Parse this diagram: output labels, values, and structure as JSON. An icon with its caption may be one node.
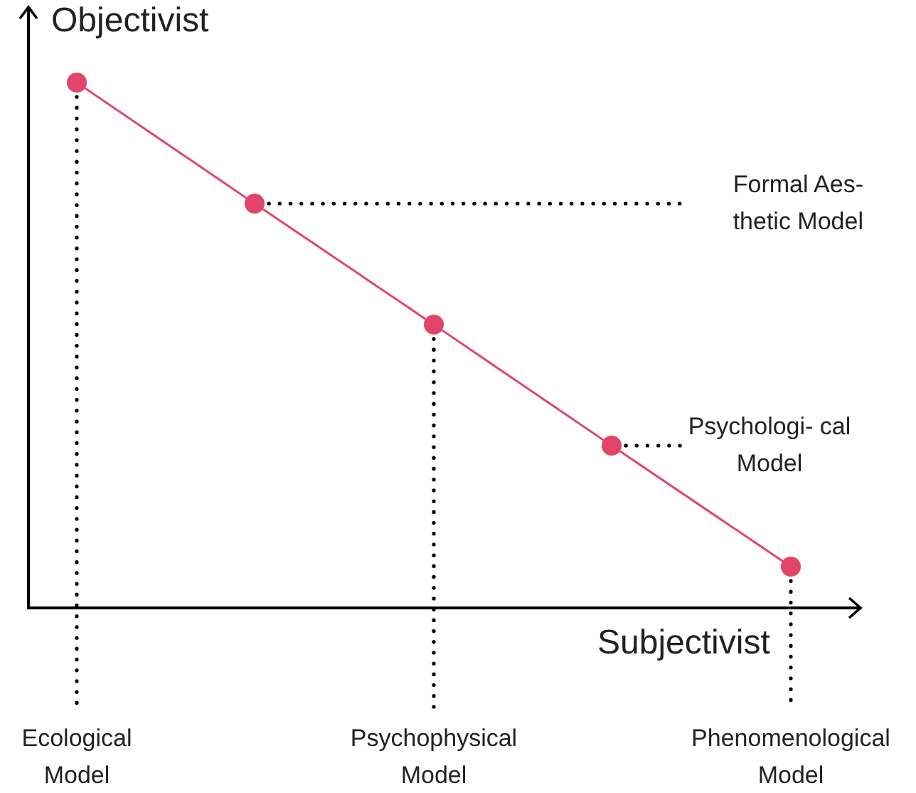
{
  "diagram": {
    "nodes": [
      {
        "text": [],
        "shape": "circle"
      },
      {
        "text": [],
        "shape": "circle"
      },
      {
        "text": [],
        "shape": "circle"
      },
      {
        "text": [],
        "shape": "circle"
      },
      {
        "text": [],
        "shape": "circle"
      },
      {
        "text": [
          "Ecological Model"
        ]
      },
      {
        "text": [
          "Formal Aes- thetic Model"
        ]
      },
      {
        "text": [
          "Psychophysical Model"
        ]
      },
      {
        "text": [
          "Psychologi- cal Model"
        ]
      },
      {
        "text": [
          "Phenomenological Model"
        ]
      }
    ],
    "edges": [
      {
        "from": 0,
        "to": 1,
        "arrow": "none",
        "color": "#e2446a"
      },
      {
        "from": 1,
        "to": 2,
        "arrow": "none",
        "color": "#e2446a"
      },
      {
        "from": 2,
        "to": 3,
        "arrow": "none",
        "color": "#e2446a"
      },
      {
        "from": 3,
        "to": 4,
        "arrow": "none",
        "color": "#e2446a"
      },
      {
        "from": 0,
        "to": 5,
        "arrow": "none",
        "style": "dashed"
      },
      {
        "from": 1,
        "to": 6,
        "arrow": "none",
        "style": "dashed"
      },
      {
        "from": 2,
        "to": 7,
        "arrow": "none",
        "style": "dashed"
      },
      {
        "from": 3,
        "to": 8,
        "arrow": "none",
        "style": "dashed"
      },
      {
        "from": 4,
        "to": 9,
        "arrow": "none",
        "style": "dashed"
      }
    ],
    "labels": [
      "Objectivist",
      "Subjectivist"
    ]
  }
}
